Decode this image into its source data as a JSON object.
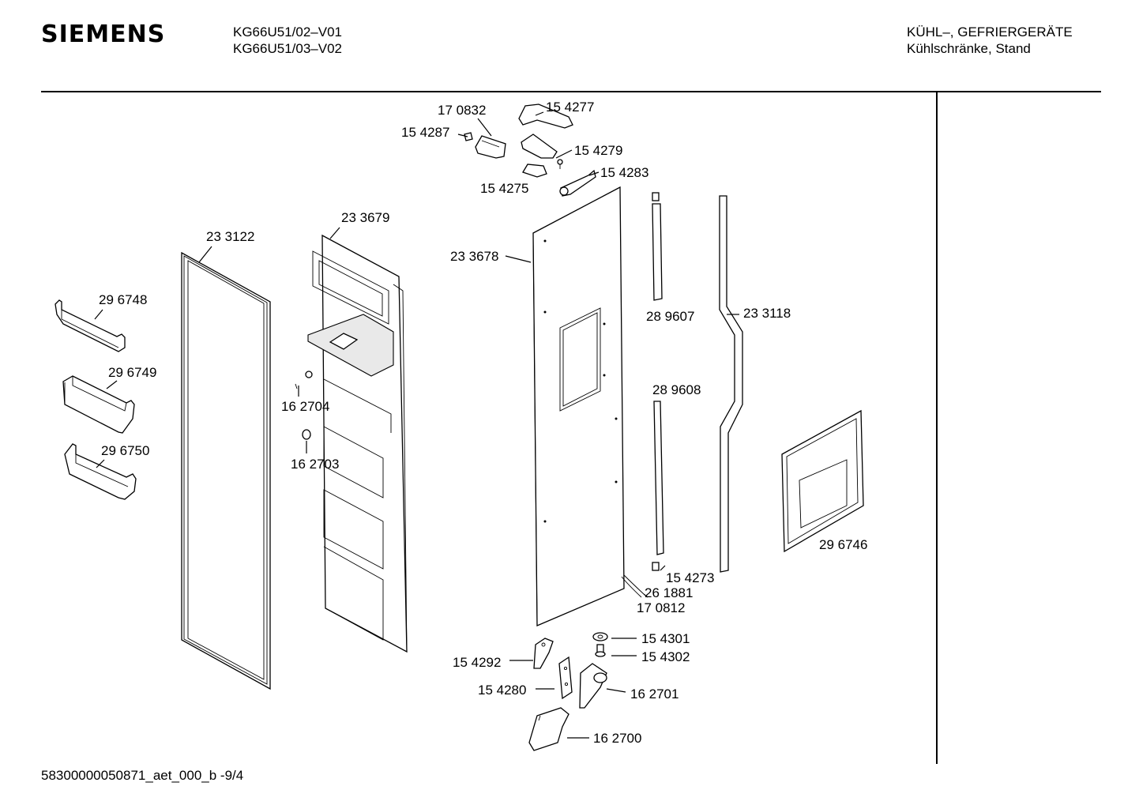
{
  "header": {
    "brand": "SIEMENS",
    "model_line_1": "KG66U51/02–V01",
    "model_line_2": "KG66U51/03–V02",
    "category_line_1": "KÜHL–, GEFRIERGERÄTE",
    "category_line_2": "Kühlschränke, Stand"
  },
  "parts": {
    "p170832": "17 0832",
    "p154277": "15 4277",
    "p154287": "15 4287",
    "p154279": "15 4279",
    "p154283": "15 4283",
    "p154275": "15 4275",
    "p233679": "23 3679",
    "p233122": "23 3122",
    "p233678": "23 3678",
    "p296748": "29 6748",
    "p296749": "29 6749",
    "p296750": "29 6750",
    "p162704": "16 2704",
    "p162703": "16 2703",
    "p289607": "28 9607",
    "p233118": "23 3118",
    "p289608": "28 9608",
    "p296746": "29 6746",
    "p154273": "15 4273",
    "p261881": "26 1881",
    "p170812": "17 0812",
    "p154301": "15 4301",
    "p154302": "15 4302",
    "p154292": "15 4292",
    "p154280": "15 4280",
    "p162701": "16 2701",
    "p162700": "16 2700"
  },
  "footer": {
    "doc_id": "58300000050871_aet_000_b -9/4"
  }
}
